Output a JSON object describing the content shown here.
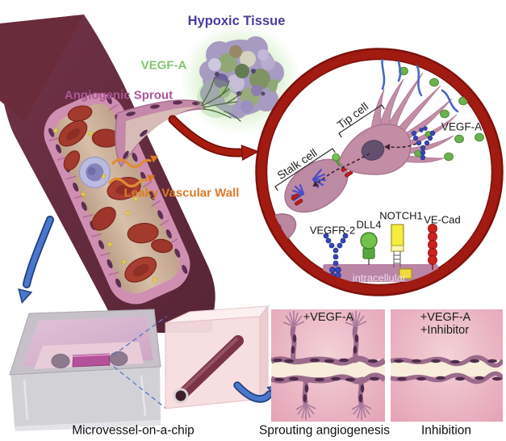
{
  "labels": {
    "hypoxic_tissue": "Hypoxic Tissue",
    "vegf_a": "VEGF-A",
    "angiogenic_sprout": "Angiogenic Sprout",
    "leaky_vascular_wall": "Leaky Vascular Wall"
  },
  "inset": {
    "stalk_cell": "Stalk cell",
    "tip_cell": "Tip cell",
    "vegf_a": "VEGF-A",
    "receptors": {
      "vegfr2": "VEGFR-2",
      "dll4": "DLL4",
      "notch1": "NOTCH1",
      "ve_cad": "VE-Cad"
    },
    "intracellular": "intracellular"
  },
  "chip": {
    "caption": "Microvessel-on-a-chip"
  },
  "panels": {
    "sprouting": {
      "label": "+VEGF-A",
      "caption": "Sprouting angiogenesis"
    },
    "inhibition": {
      "label1": "+VEGF-A",
      "label2": "+Inhibitor",
      "caption": "Inhibition"
    }
  },
  "colors": {
    "hypoxic_label": "#4a3c9c",
    "vegf_label": "#85c36f",
    "sprout_label": "#ad5795",
    "leaky_label": "#dd7b28",
    "ring_red": "#a11b12",
    "vessel_maroon": "#693043",
    "panel_pink": "#e8aabb",
    "lumen_cream": "#f8eddb",
    "vegf_dot_green": "#6db050",
    "arrow_blue": "#4a77cc",
    "membrane_mauve": "#bb85a6"
  }
}
